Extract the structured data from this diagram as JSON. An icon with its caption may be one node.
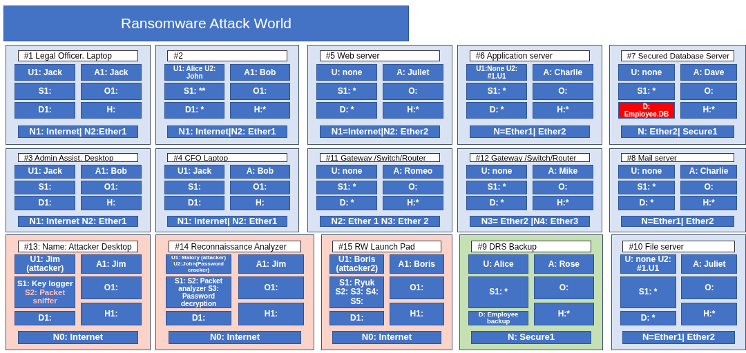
{
  "diagram": {
    "nodes": [
      {
        "text": [
          "Ransomware Attack World"
        ]
      },
      {
        "text": [
          "#1 Legal Officer. Laptop"
        ]
      },
      {
        "text": [
          "U1: Jack"
        ],
        "in": 1
      },
      {
        "text": [
          "A1: Jack"
        ],
        "in": 1
      },
      {
        "text": [
          "S1:"
        ],
        "in": 1
      },
      {
        "text": [
          "O1:"
        ],
        "in": 1
      },
      {
        "text": [
          "D1:"
        ],
        "in": 1
      },
      {
        "text": [
          "H:"
        ],
        "in": 1
      },
      {
        "text": [
          "N1: Internet| N2:Ether1"
        ],
        "in": 1
      },
      {
        "text": [
          "#2"
        ]
      },
      {
        "text": [
          "U1: Alice U2: John"
        ],
        "in": 9
      },
      {
        "text": [
          "A1: Bob"
        ],
        "in": 9
      },
      {
        "text": [
          "S1: **"
        ],
        "in": 9
      },
      {
        "text": [
          "O1:"
        ],
        "in": 9
      },
      {
        "text": [
          "D1: *"
        ],
        "in": 9
      },
      {
        "text": [
          "H:*"
        ],
        "in": 9
      },
      {
        "text": [
          "N1: Internet|N2: Ether1"
        ],
        "in": 9
      },
      {
        "text": [
          "#5 Web server"
        ]
      },
      {
        "text": [
          "U: none"
        ],
        "in": 17
      },
      {
        "text": [
          "A: Juliet"
        ],
        "in": 17
      },
      {
        "text": [
          "S1: *"
        ],
        "in": 17
      },
      {
        "text": [
          "O:"
        ],
        "in": 17
      },
      {
        "text": [
          "D: *"
        ],
        "in": 17
      },
      {
        "text": [
          "H:*"
        ],
        "in": 17
      },
      {
        "text": [
          "N1=Internet|N2: Ether2"
        ],
        "in": 17
      },
      {
        "text": [
          "#6 Application server"
        ]
      },
      {
        "text": [
          "U1:None U2: #1.U1"
        ],
        "in": 25
      },
      {
        "text": [
          "A: Charlie"
        ],
        "in": 25
      },
      {
        "text": [
          "S1: *"
        ],
        "in": 25
      },
      {
        "text": [
          "O:"
        ],
        "in": 25
      },
      {
        "text": [
          "D: *"
        ],
        "in": 25
      },
      {
        "text": [
          "H:*"
        ],
        "in": 25
      },
      {
        "text": [
          "N=Ether1| Ether2"
        ],
        "in": 25
      },
      {
        "text": [
          "#7 Secured Database Server"
        ]
      },
      {
        "text": [
          "U: none"
        ],
        "in": 33
      },
      {
        "text": [
          "A: Dave"
        ],
        "in": 33
      },
      {
        "text": [
          "S1: *"
        ],
        "in": 33
      },
      {
        "text": [
          "O:"
        ],
        "in": 33
      },
      {
        "text": [
          "D: Employee.DB"
        ],
        "in": 33
      },
      {
        "text": [
          "H:*"
        ],
        "in": 33
      },
      {
        "text": [
          "N: Ether2| Secure1"
        ],
        "in": 33
      },
      {
        "text": [
          "#3 Admin Assist. Desktop"
        ]
      },
      {
        "text": [
          "U1: Jack"
        ],
        "in": 41
      },
      {
        "text": [
          "A1: Bob"
        ],
        "in": 41
      },
      {
        "text": [
          "S1:"
        ],
        "in": 41
      },
      {
        "text": [
          "O1:"
        ],
        "in": 41
      },
      {
        "text": [
          "D1:"
        ],
        "in": 41
      },
      {
        "text": [
          "H:"
        ],
        "in": 41
      },
      {
        "text": [
          "N1: Internet N2: Ether1"
        ],
        "in": 41
      },
      {
        "text": [
          "#4 CFO Laptop"
        ]
      },
      {
        "text": [
          "U1: Jack"
        ],
        "in": 49
      },
      {
        "text": [
          "A: Bob"
        ],
        "in": 49
      },
      {
        "text": [
          "S1:"
        ],
        "in": 49
      },
      {
        "text": [
          "O1:"
        ],
        "in": 49
      },
      {
        "text": [
          "D1:"
        ],
        "in": 49
      },
      {
        "text": [
          "H:"
        ],
        "in": 49
      },
      {
        "text": [
          "N1: Internet| N2: Ether1"
        ],
        "in": 49
      },
      {
        "text": [
          "#11 Gateway /Switch/Router"
        ]
      },
      {
        "text": [
          "U: none"
        ],
        "in": 57
      },
      {
        "text": [
          "A: Romeo"
        ],
        "in": 57
      },
      {
        "text": [
          "S1: *"
        ],
        "in": 57
      },
      {
        "text": [
          "O:"
        ],
        "in": 57
      },
      {
        "text": [
          "D: *"
        ],
        "in": 57
      },
      {
        "text": [
          "H:*"
        ],
        "in": 57
      },
      {
        "text": [
          "N2: Ether 1 N3: Ether 2"
        ],
        "in": 57
      },
      {
        "text": [
          "#12 Gateway /Switch/Router"
        ]
      },
      {
        "text": [
          "U: none"
        ],
        "in": 65
      },
      {
        "text": [
          "A: Mike"
        ],
        "in": 65
      },
      {
        "text": [
          "S1: *"
        ],
        "in": 65
      },
      {
        "text": [
          "O:"
        ],
        "in": 65
      },
      {
        "text": [
          "D: *"
        ],
        "in": 65
      },
      {
        "text": [
          "H:*"
        ],
        "in": 65
      },
      {
        "text": [
          "N3= Ether2 |N4: Ether3"
        ],
        "in": 65
      },
      {
        "text": [
          "#8 Mail server"
        ]
      },
      {
        "text": [
          "U: none"
        ],
        "in": 73
      },
      {
        "text": [
          "A: Charlie"
        ],
        "in": 73
      },
      {
        "text": [
          "S1: *"
        ],
        "in": 73
      },
      {
        "text": [
          "O:"
        ],
        "in": 73
      },
      {
        "text": [
          "D: *"
        ],
        "in": 73
      },
      {
        "text": [
          "H:*"
        ],
        "in": 73
      },
      {
        "text": [
          "N=Ether1| Ether2"
        ],
        "in": 73
      },
      {
        "text": [
          "#13: Name: Attacker Desktop"
        ]
      },
      {
        "text": [
          "U1: Jim (attacker)"
        ],
        "in": 81
      },
      {
        "text": [
          "A1: Jim"
        ],
        "in": 81
      },
      {
        "text": [
          "S1: Key logger",
          "S2: Packet sniffer"
        ],
        "in": 81
      },
      {
        "text": [
          "O1:"
        ],
        "in": 81
      },
      {
        "text": [
          "D1:"
        ],
        "in": 81
      },
      {
        "text": [
          "H1:"
        ],
        "in": 81
      },
      {
        "text": [
          "N0: Internet"
        ],
        "in": 81
      },
      {
        "text": [
          "#14 Reconnaissance Analyzer"
        ]
      },
      {
        "text": [
          "U1: Malory (attacker) U2:John(Password cracker)"
        ],
        "in": 89
      },
      {
        "text": [
          "A1: Jim"
        ],
        "in": 89
      },
      {
        "text": [
          "S1: S2: Packet analyzer S3: Password decryption"
        ],
        "in": 89
      },
      {
        "text": [
          "O1:"
        ],
        "in": 89
      },
      {
        "text": [
          "D1:"
        ],
        "in": 89
      },
      {
        "text": [
          "H1:"
        ],
        "in": 89
      },
      {
        "text": [
          "N0: Internet"
        ],
        "in": 89
      },
      {
        "text": [
          "#15 RW Launch Pad"
        ]
      },
      {
        "text": [
          "U1: Boris (attacker2)"
        ],
        "in": 97
      },
      {
        "text": [
          "A1: Boris"
        ],
        "in": 97
      },
      {
        "text": [
          "S1: Ryuk S2: S3: S4: S5:"
        ],
        "in": 97
      },
      {
        "text": [
          "O1:"
        ],
        "in": 97
      },
      {
        "text": [
          "D1:"
        ],
        "in": 97
      },
      {
        "text": [
          "H1:"
        ],
        "in": 97
      },
      {
        "text": [
          "N0: Internet"
        ],
        "in": 97
      },
      {
        "text": [
          "#9 DRS Backup"
        ]
      },
      {
        "text": [
          "U: Alice"
        ],
        "in": 105
      },
      {
        "text": [
          "A: Rose"
        ],
        "in": 105
      },
      {
        "text": [
          "S1: *"
        ],
        "in": 105
      },
      {
        "text": [
          "O:"
        ],
        "in": 105
      },
      {
        "text": [
          "D: Employee backup"
        ],
        "in": 105
      },
      {
        "text": [
          "H:*"
        ],
        "in": 105
      },
      {
        "text": [
          "N: Secure1"
        ],
        "in": 105
      },
      {
        "text": [
          "#10 File server"
        ]
      },
      {
        "text": [
          "U: none U2: #1.U1"
        ],
        "in": 113
      },
      {
        "text": [
          "A: Juliet"
        ],
        "in": 113
      },
      {
        "text": [
          "S1: *"
        ],
        "in": 113
      },
      {
        "text": [
          "O:"
        ],
        "in": 113
      },
      {
        "text": [
          "D: *"
        ],
        "in": 113
      },
      {
        "text": [
          "H:*"
        ],
        "in": 113
      },
      {
        "text": [
          "N=Ether1| Ether2"
        ],
        "in": 113
      }
    ]
  }
}
